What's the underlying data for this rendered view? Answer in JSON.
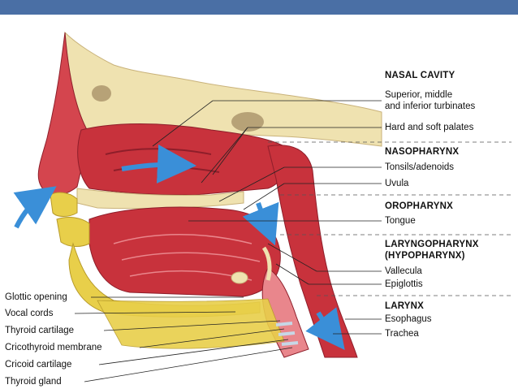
{
  "colors": {
    "header_bar": "#4a6fa5",
    "tissue_red": "#c8323c",
    "tissue_dark": "#8e1e2a",
    "cavity_pink": "#e9868c",
    "bone_beige": "#efe2b0",
    "fat_yellow": "#e8cf4a",
    "airflow_blue": "#3a8fd8"
  },
  "labels": {
    "nasal_cavity": "NASAL CAVITY",
    "turbinates_1": "Superior, middle",
    "turbinates_2": "and inferior turbinates",
    "palates": "Hard and soft palates",
    "nasopharynx": "NASOPHARYNX",
    "tonsils": "Tonsils/adenoids",
    "uvula": "Uvula",
    "oropharynx": "OROPHARYNX",
    "tongue": "Tongue",
    "laryngopharynx": "LARYNGOPHARYNX",
    "hypopharynx": "(HYPOPHARYNX)",
    "vallecula": "Vallecula",
    "epiglottis": "Epiglottis",
    "larynx": "LARYNX",
    "esophagus": "Esophagus",
    "trachea": "Trachea",
    "glottic_opening": "Glottic opening",
    "vocal_cords": "Vocal cords",
    "thyroid_cartilage": "Thyroid cartilage",
    "cricothyroid_membrane": "Cricothyroid membrane",
    "cricoid_cartilage": "Cricoid cartilage",
    "thyroid_gland": "Thyroid gland"
  }
}
